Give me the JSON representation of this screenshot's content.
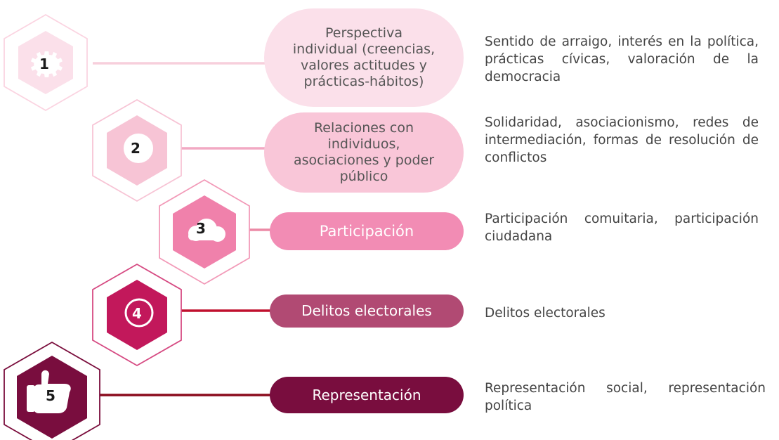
{
  "levels": [
    {
      "number": "1",
      "label_lines": [
        "Perspectiva",
        "individual (creencias,",
        "valores actitudes y",
        "prácticas-hábitos)"
      ],
      "description": "Sentido de arraigo, interés en la política, prácticas cívicas, valoración de la democracia",
      "icon": "gear-icon",
      "color": "#fbe0ea"
    },
    {
      "number": "2",
      "label_lines": [
        "Relaciones con",
        "individuos,",
        "asociaciones y poder",
        "público"
      ],
      "description": "Solidaridad, asociacionismo, redes de intermediación, formas de resolución de conflictos",
      "icon": "circle-icon",
      "color": "#f9c6d8"
    },
    {
      "number": "3",
      "label_lines": [
        "Participación"
      ],
      "description": "Participación comuitaria, participación ciudadana",
      "icon": "cloud-icon",
      "color": "#f28cb4"
    },
    {
      "number": "4",
      "label_lines": [
        "Delitos electorales"
      ],
      "description": "Delitos electorales",
      "icon": "circle-icon",
      "color": "#c2185b"
    },
    {
      "number": "5",
      "label_lines": [
        "Representación"
      ],
      "description": "Representación social, representación política",
      "icon": "thumbs-up-icon",
      "color": "#790d3e"
    }
  ]
}
